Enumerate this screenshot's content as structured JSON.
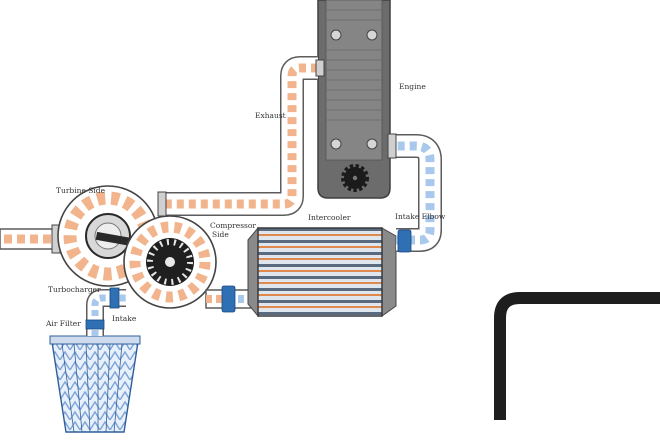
{
  "labels": {
    "engine": "Engine",
    "exhaust": "Exhaust",
    "turbine_side": "Turbine Side",
    "compressor_side_line1": "Compressor",
    "compressor_side_line2": "Side",
    "intercooler": "Intercooler",
    "intake_elbow": "Intake Elbow",
    "turbocharger": "Turbocharger",
    "intake": "Intake",
    "air_filter": "Air Filter"
  },
  "colors": {
    "hot_flow": "#f2b48c",
    "cold_flow": "#a8c8ec",
    "pipe_outline": "#555555",
    "engine_block": "#6c6c6c",
    "frame_stroke": "#1e1e1e",
    "coupling": "#2f6fb3"
  }
}
